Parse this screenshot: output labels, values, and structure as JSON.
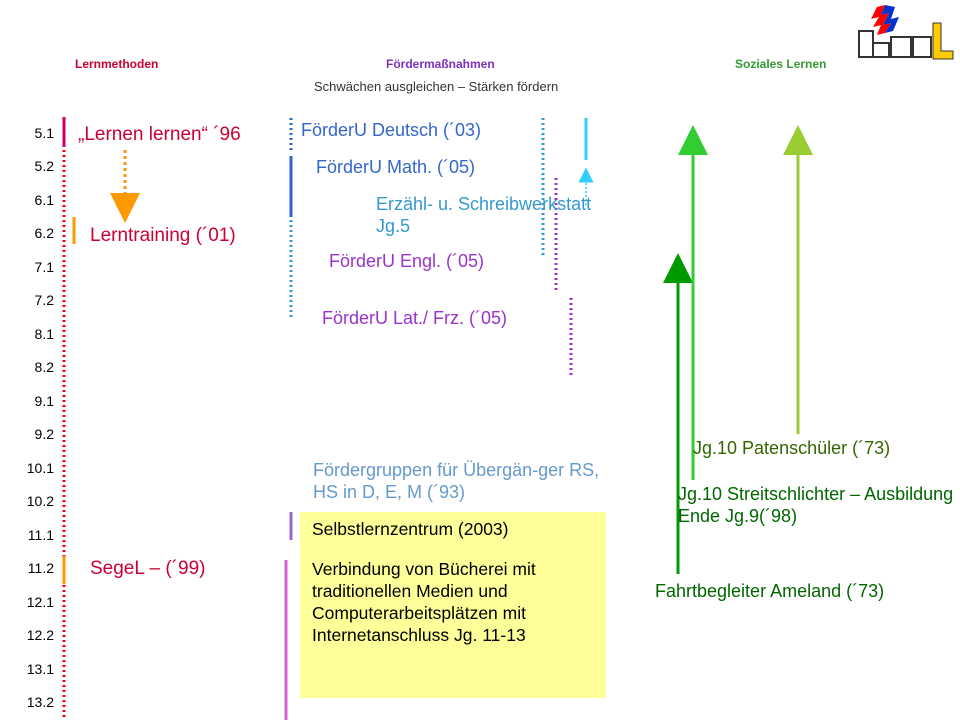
{
  "header": {
    "col_left": "Lernmethoden",
    "col_middle": "Fördermaßnahmen",
    "col_middle_sub": "Schwächen ausgleichen – Stärken fördern",
    "col_right": "Soziales Lernen"
  },
  "colors": {
    "red": "#ff0000",
    "orange": "#ff9900",
    "magenta": "#cc0066",
    "blue": "#3366cc",
    "light_blue": "#33ccff",
    "purple": "#9933cc",
    "dark_green": "#009900",
    "green": "#33cc33",
    "lime": "#99cc33",
    "box_yellow": "#ffff99"
  },
  "grades": [
    "5.1",
    "5.2",
    "6.1",
    "6.2",
    "7.1",
    "7.2",
    "8.1",
    "8.2",
    "9.1",
    "9.2",
    "10.1",
    "10.2",
    "11.1",
    "11.2",
    "12.1",
    "12.2",
    "13.1",
    "13.2"
  ],
  "lernmethoden": {
    "lernen_lernen": "„Lernen lernen“ ´96",
    "lerntraining": "Lerntraining (´01)",
    "segel": "SegeL – (´99)"
  },
  "foerder": {
    "deutsch": "FörderU Deutsch (´03)",
    "math": "FörderU Math. (´05)",
    "erzaehl": "Erzähl- u. Schreibwerkstatt Jg.5",
    "engl": "FörderU Engl. (´05)",
    "latfrz": "FörderU Lat./ Frz. (´05)",
    "gruppen": "Fördergruppen für Übergän-ger RS, HS in D, E, M  (´93)",
    "slz_title": "Selbstlernzentrum (2003)",
    "slz_text": "Verbindung von Bücherei mit traditionellen Medien und Computerarbeitsplätzen mit Internetanschluss Jg. 11-13"
  },
  "sozial": {
    "paten": "Jg.10 Patenschüler (´73)",
    "streit": "Jg.10 Streitschlichter – Ausbildung Ende Jg.9(´98)",
    "fahrt": "Fahrtbegleiter Ameland (´73)"
  }
}
